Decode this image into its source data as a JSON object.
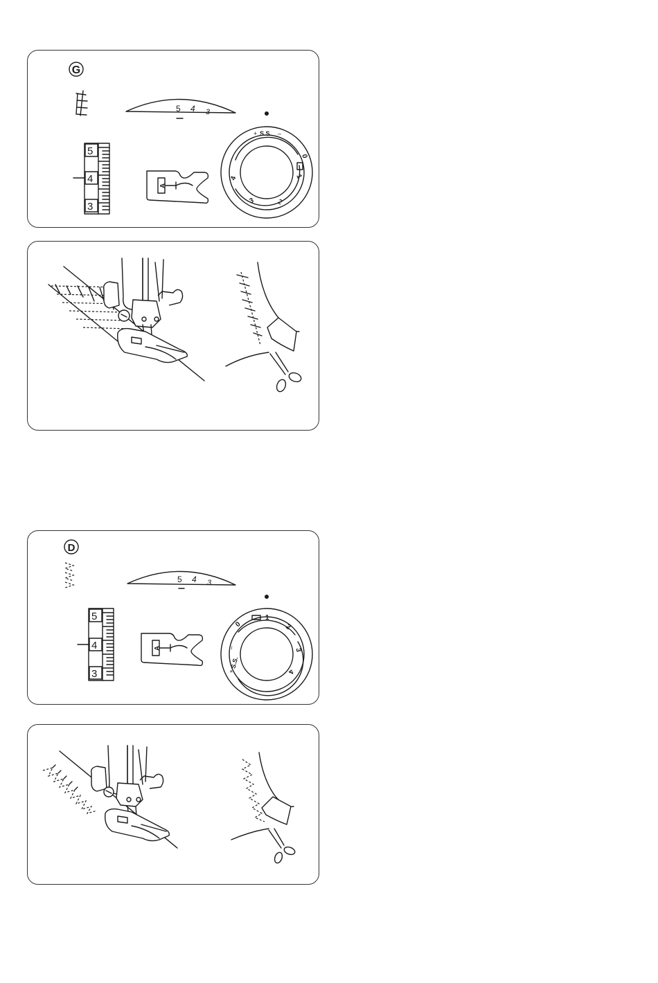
{
  "panel_g": {
    "pattern_letter": "G",
    "width_scale": [
      "5",
      "4",
      "3"
    ],
    "length_scale": [
      "5",
      "4",
      "3"
    ],
    "foot_letter": "A",
    "dial_labels": [
      "+",
      "S.S.",
      "–",
      "0",
      "1",
      "2",
      "3",
      "4"
    ]
  },
  "panel_d": {
    "pattern_letter": "D",
    "width_scale": [
      "5",
      "4",
      "3"
    ],
    "length_scale": [
      "5",
      "4",
      "3"
    ],
    "foot_letter": "A",
    "dial_labels": [
      "0",
      "1",
      "2",
      "3",
      "4",
      "+",
      "S.S.",
      "–"
    ]
  }
}
